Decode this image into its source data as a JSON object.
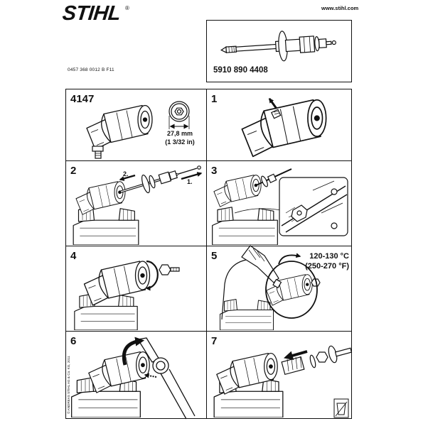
{
  "header": {
    "brand": "STIHL",
    "registered_mark": "®",
    "website": "www.stihl.com",
    "document_number": "0457 368 0012 B F11"
  },
  "tool": {
    "part_number": "5910 890 4408",
    "icon": "puller-tool-icon"
  },
  "steps": [
    {
      "label": "4147",
      "dimension_mm": "27,8 mm",
      "dimension_in": "(1 3/32 in)"
    },
    {
      "label": "1"
    },
    {
      "label": "2",
      "callout_first": "1.",
      "callout_second": "2."
    },
    {
      "label": "3"
    },
    {
      "label": "4"
    },
    {
      "label": "5",
      "temperature_c": "120-130 °C",
      "temperature_f": "(250-270 °F)"
    },
    {
      "label": "6"
    },
    {
      "label": "7"
    }
  ],
  "footer": {
    "copyright": "© ANDREAS STIHL AG & Co. KG, 2011",
    "mark_icon": "packaging-mark-icon"
  },
  "colors": {
    "ink": "#111111",
    "paper": "#ffffff"
  }
}
